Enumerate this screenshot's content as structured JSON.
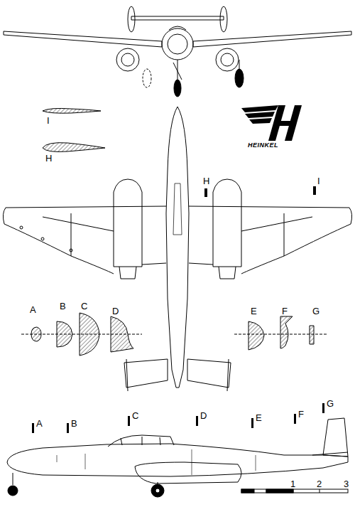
{
  "diagram": {
    "labels": [
      "I",
      "H",
      "HEINKEL",
      "H",
      "I",
      "A",
      "B",
      "C",
      "D",
      "E",
      "F",
      "G",
      "A",
      "B",
      "C",
      "D",
      "E",
      "F",
      "G",
      "1",
      "2",
      "3"
    ]
  }
}
